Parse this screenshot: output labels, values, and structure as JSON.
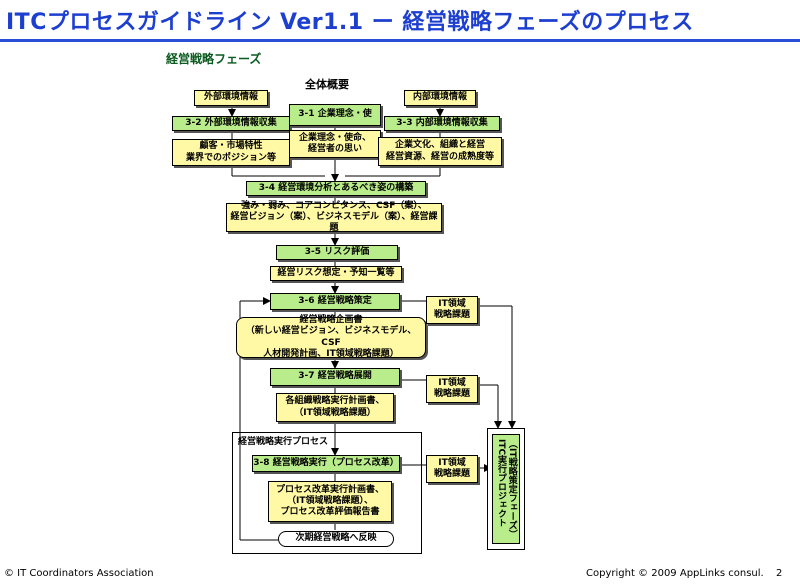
{
  "header": {
    "title": "ITCプロセスガイドライン Ver1.1 ー 経営戦略フェーズのプロセス",
    "phase_label": "経営戦略フェーズ",
    "overview_label": "全体概要"
  },
  "boxes": {
    "external_env": "外部環境情報",
    "p3_2": "3-2 外部環境情報収集",
    "external_out": "顧客・市場特性\n業界でのポジション等",
    "p3_1": "3-1 企業理念・使",
    "philosophy_out": "企業理念・使命、\n経営者の思い",
    "internal_env": "内部環境情報",
    "p3_3": "3-3 内部環境情報収集",
    "internal_out": "企業文化、組織と経営\n経営資源、経営の成熟度等",
    "p3_4": "3-4 経営環境分析とあるべき姿の構築",
    "analysis_out": "強み・弱み、コアコンピタンス、CSF（案）、\n経営ビジョン（案）、ビジネスモデル（案）、経営課題",
    "p3_5": "3-5 リスク評価",
    "risk_out": "経営リスク想定・予知一覧等",
    "p3_6": "3-6 経営戦略策定",
    "strategy_out": "経営戦略企画書\n（新しい経営ビジョン、ビジネスモデル、CSF\n人材開発計画、IT領域戦略課題）",
    "p3_7": "3-7 経営戦略展開",
    "deploy_out": "各組織戦略実行計画書、\n（IT領域戦略課題）",
    "exec_region_label": "経営戦略実行プロセス",
    "p3_8": "3-8 経営戦略実行（プロセス改革）",
    "exec_out": "プロセス改革実行計画書、\n（IT領域戦略課題）、\nプロセス改革評価報告書",
    "feedback": "次期経営戦略へ反映",
    "it_issue_1": "IT領域\n戦略課題",
    "it_issue_2": "IT領域\n戦略課題",
    "it_issue_3": "IT領域\n戦略課題",
    "vertical": "（IT戦略策定フェーズ）\nITC実行プロジェクト"
  },
  "footer": {
    "left": "© IT Coordinators Association",
    "right": "Copyright © 2009 AppLinks consul.",
    "page": "2"
  }
}
